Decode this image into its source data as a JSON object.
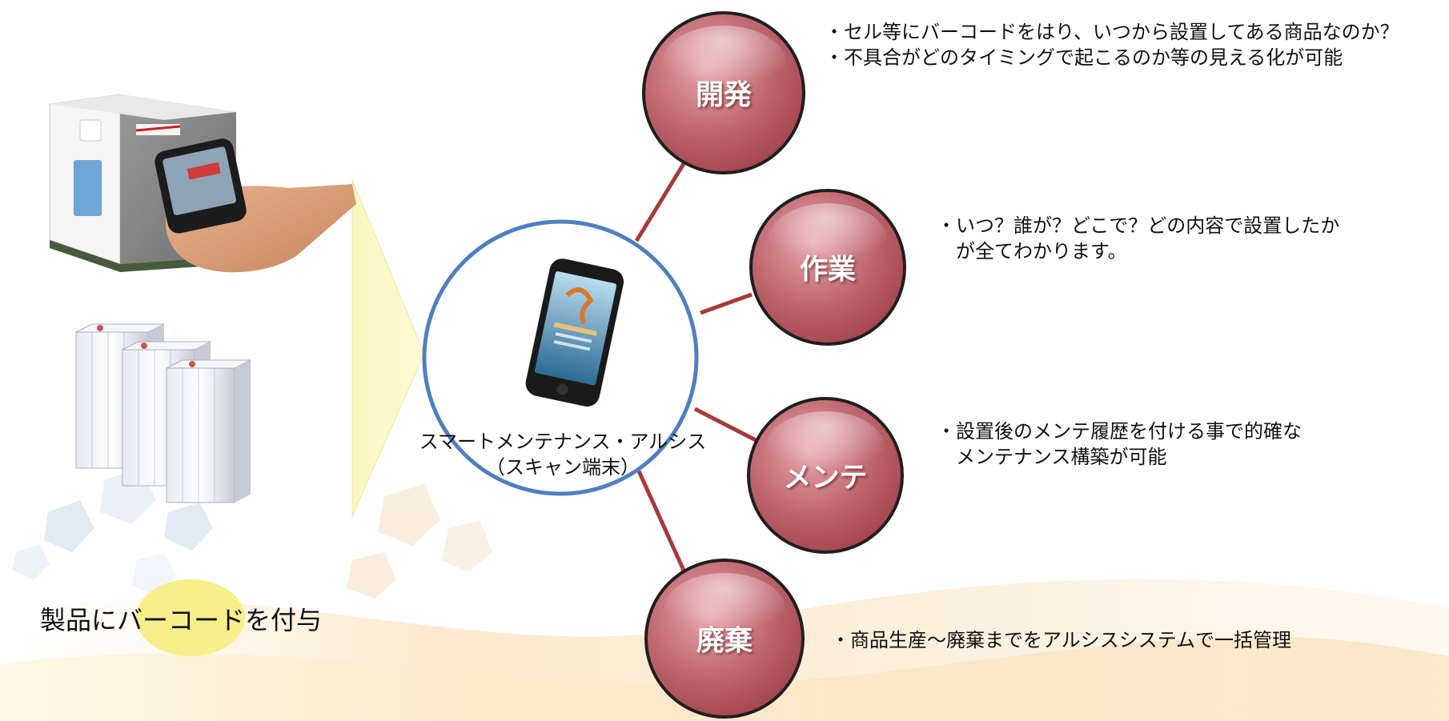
{
  "center": {
    "title": "スマートメンテナンス・アルシス",
    "subtitle": "（スキャン端末）"
  },
  "caption": {
    "before": "製品に",
    "highlight": "バーコード",
    "after": "を付与"
  },
  "stages": [
    {
      "label": "開発",
      "lines": [
        "・セル等にバーコードをはり、いつから設置してある商品なのか？",
        "・不具合がどのタイミングで起こるのか等の見える化が可能"
      ]
    },
    {
      "label": "作業",
      "lines": [
        "・いつ？誰が？どこで？どの内容で設置したか",
        "　が全てわかります。"
      ]
    },
    {
      "label": "メンテ",
      "lines": [
        "・設置後のメンテ履歴を付ける事で的確な",
        "　メンテナンス構築が可能"
      ]
    },
    {
      "label": "廃棄",
      "lines": [
        "・商品生産～廃棄までをアルシスシステムで一括管理"
      ]
    }
  ],
  "colors": {
    "node_fill": "#b85a62",
    "connector": "#a83a3a",
    "center_ring": "#4f7fc0",
    "arrow_fill": "#fbf7b8",
    "highlight_fill": "#f7f08a"
  }
}
